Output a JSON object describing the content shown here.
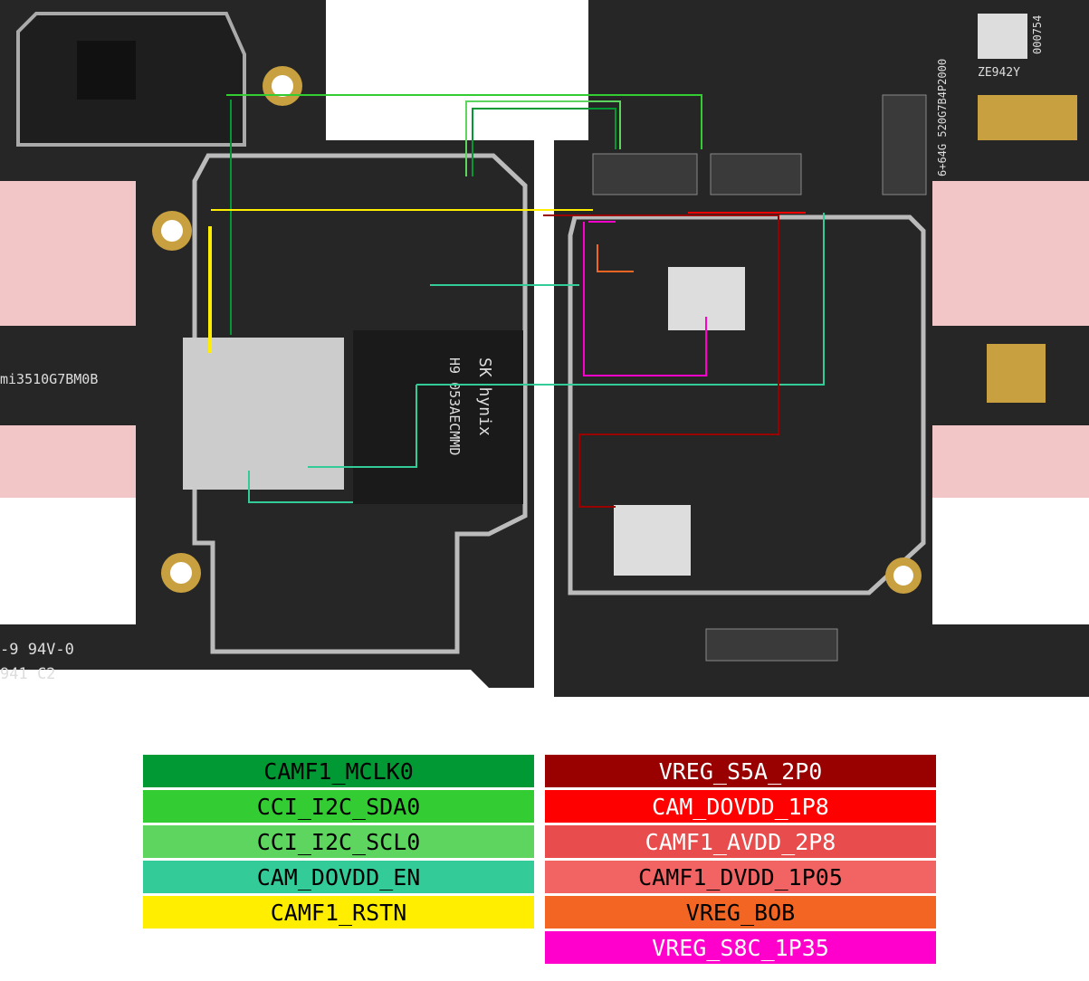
{
  "board_text": {
    "left_model": "mi3510G7BM0B",
    "left_bottom_1": "-9 94V-0",
    "left_bottom_2": "941 C2",
    "memory_brand": "SK hynix",
    "memory_code": "H9 053AECMMD",
    "right_code": "ZE942Y",
    "right_vertical": "6+64G 520G7B4P2000",
    "right_serial": "000754"
  },
  "legend": {
    "left": [
      {
        "label": "CAMF1_MCLK0",
        "color": "#009933",
        "text_color": "#000000"
      },
      {
        "label": "CCI_I2C_SDA0",
        "color": "#33cc33",
        "text_color": "#000000"
      },
      {
        "label": "CCI_I2C_SCL0",
        "color": "#5dd55f",
        "text_color": "#000000"
      },
      {
        "label": "CAM_DOVDD_EN",
        "color": "#33cc99",
        "text_color": "#000000"
      },
      {
        "label": "CAMF1_RSTN",
        "color": "#ffee00",
        "text_color": "#000000"
      }
    ],
    "right": [
      {
        "label": "VREG_S5A_2P0",
        "color": "#990000",
        "text_color": "#ffffff"
      },
      {
        "label": "CAM_DOVDD_1P8",
        "color": "#ff0000",
        "text_color": "#ffffff"
      },
      {
        "label": "CAMF1_AVDD_2P8",
        "color": "#e84c4c",
        "text_color": "#ffffff"
      },
      {
        "label": "CAMF1_DVDD_1P05",
        "color": "#f26464",
        "text_color": "#000000"
      },
      {
        "label": "VREG_BOB",
        "color": "#f26522",
        "text_color": "#000000"
      },
      {
        "label": "VREG_S8C_1P35",
        "color": "#ff00cc",
        "text_color": "#ffffff"
      }
    ]
  }
}
